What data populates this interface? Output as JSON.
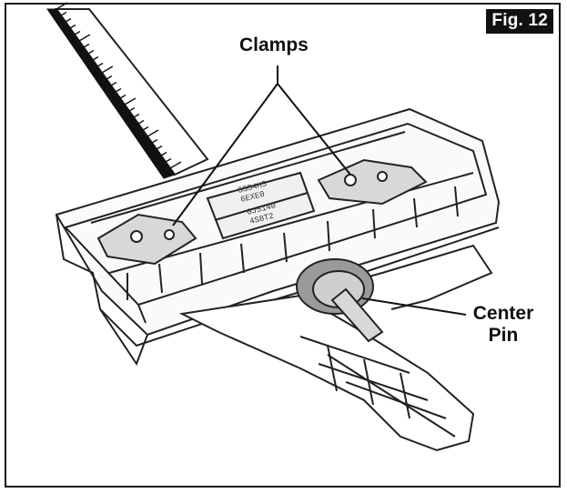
{
  "figure_label": "Fig. 12",
  "callouts": {
    "clamps": "Clamps",
    "center_pin_line1": "Center",
    "center_pin_line2": "Pin"
  },
  "part_markings": {
    "top_line1": "SSS4H5",
    "top_line2": "6EXE0",
    "label_line1": "GJ5140",
    "label_line2": "4S8T2"
  },
  "icons": [
    "clamp-icon",
    "center-pin-icon",
    "ruler-icon"
  ]
}
